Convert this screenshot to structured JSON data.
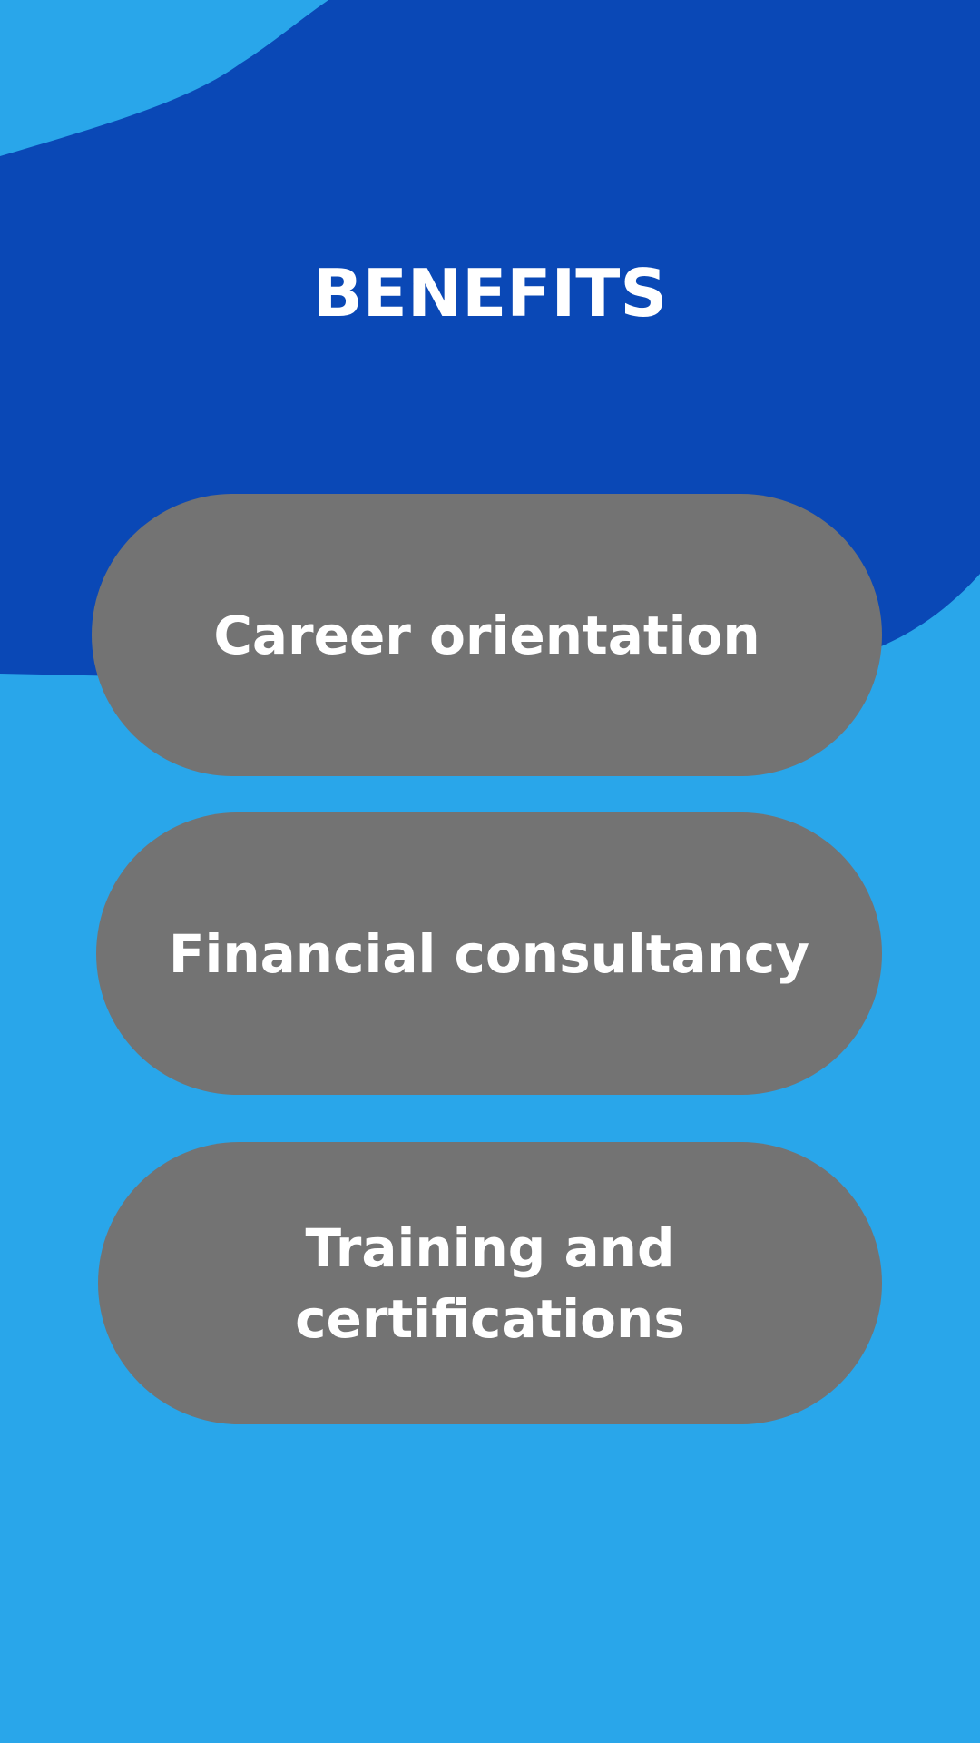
{
  "colors": {
    "background": "#29A6EA",
    "blob": "#0A48B6",
    "pill": "#737373",
    "text": "#FFFFFF"
  },
  "title": "BENEFITS",
  "benefits": [
    {
      "label": "Career orientation"
    },
    {
      "label": "Financial consultancy"
    },
    {
      "label": "Training and\ncertifications"
    }
  ]
}
